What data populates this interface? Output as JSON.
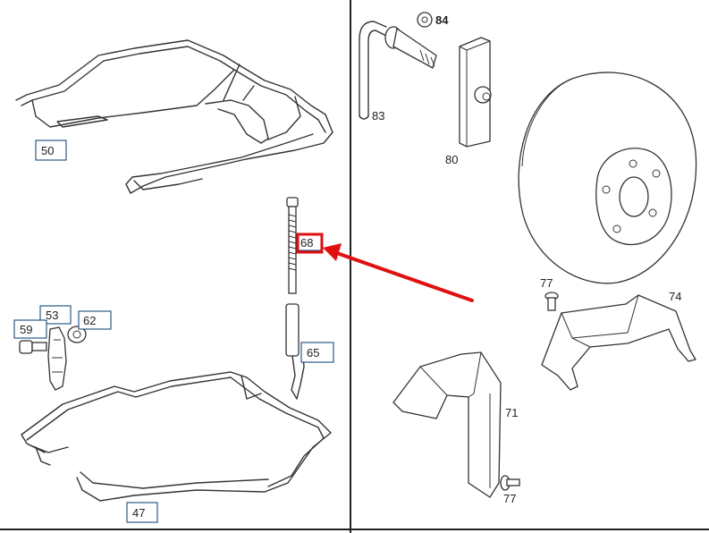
{
  "diagram": {
    "highlight_color": "#e01010",
    "box_color": "#1a4a7a",
    "boxed_labels": {
      "p50": "50",
      "p68": "68",
      "p53": "53",
      "p62": "62",
      "p59": "59",
      "p65": "65",
      "p47": "47"
    },
    "plain_labels": {
      "p84": "84",
      "p83": "83",
      "p80": "80",
      "p77a": "77",
      "p74": "74",
      "p71": "71",
      "p77b": "77"
    },
    "highlighted_part": "68"
  }
}
